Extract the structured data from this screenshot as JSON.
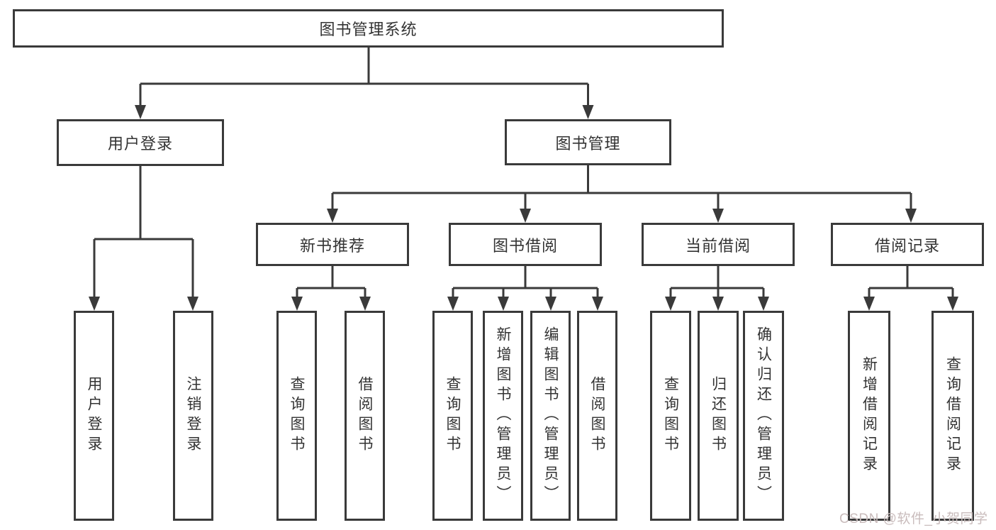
{
  "diagram": {
    "title": "图书管理系统",
    "colors": {
      "line": "#3a3a3a",
      "text": "#333333",
      "box_background": "#ffffff",
      "page_background": "#ffffff",
      "watermark": "#c9bcbc"
    },
    "root": {
      "label": "图书管理系统"
    },
    "level2": [
      {
        "label": "用户登录",
        "parent": "图书管理系统"
      },
      {
        "label": "图书管理",
        "parent": "图书管理系统"
      }
    ],
    "level3": [
      {
        "label": "新书推荐",
        "parent": "图书管理"
      },
      {
        "label": "图书借阅",
        "parent": "图书管理"
      },
      {
        "label": "当前借阅",
        "parent": "图书管理"
      },
      {
        "label": "借阅记录",
        "parent": "图书管理"
      }
    ],
    "leaves": [
      {
        "label": "用户登录",
        "parent": "用户登录"
      },
      {
        "label": "注销登录",
        "parent": "用户登录"
      },
      {
        "label": "查询图书",
        "parent": "新书推荐"
      },
      {
        "label": "借阅图书",
        "parent": "新书推荐"
      },
      {
        "label": "查询图书",
        "parent": "图书借阅"
      },
      {
        "label": "新增图书（管理员）",
        "parent": "图书借阅"
      },
      {
        "label": "编辑图书（管理员）",
        "parent": "图书借阅"
      },
      {
        "label": "借阅图书",
        "parent": "图书借阅"
      },
      {
        "label": "查询图书",
        "parent": "当前借阅"
      },
      {
        "label": "归还图书",
        "parent": "当前借阅"
      },
      {
        "label": "确认归还（管理员）",
        "parent": "当前借阅"
      },
      {
        "label": "新增借阅记录",
        "parent": "借阅记录"
      },
      {
        "label": "查询借阅记录",
        "parent": "借阅记录"
      }
    ],
    "watermark": {
      "text": "CSDN @软件_小贺同学"
    }
  }
}
